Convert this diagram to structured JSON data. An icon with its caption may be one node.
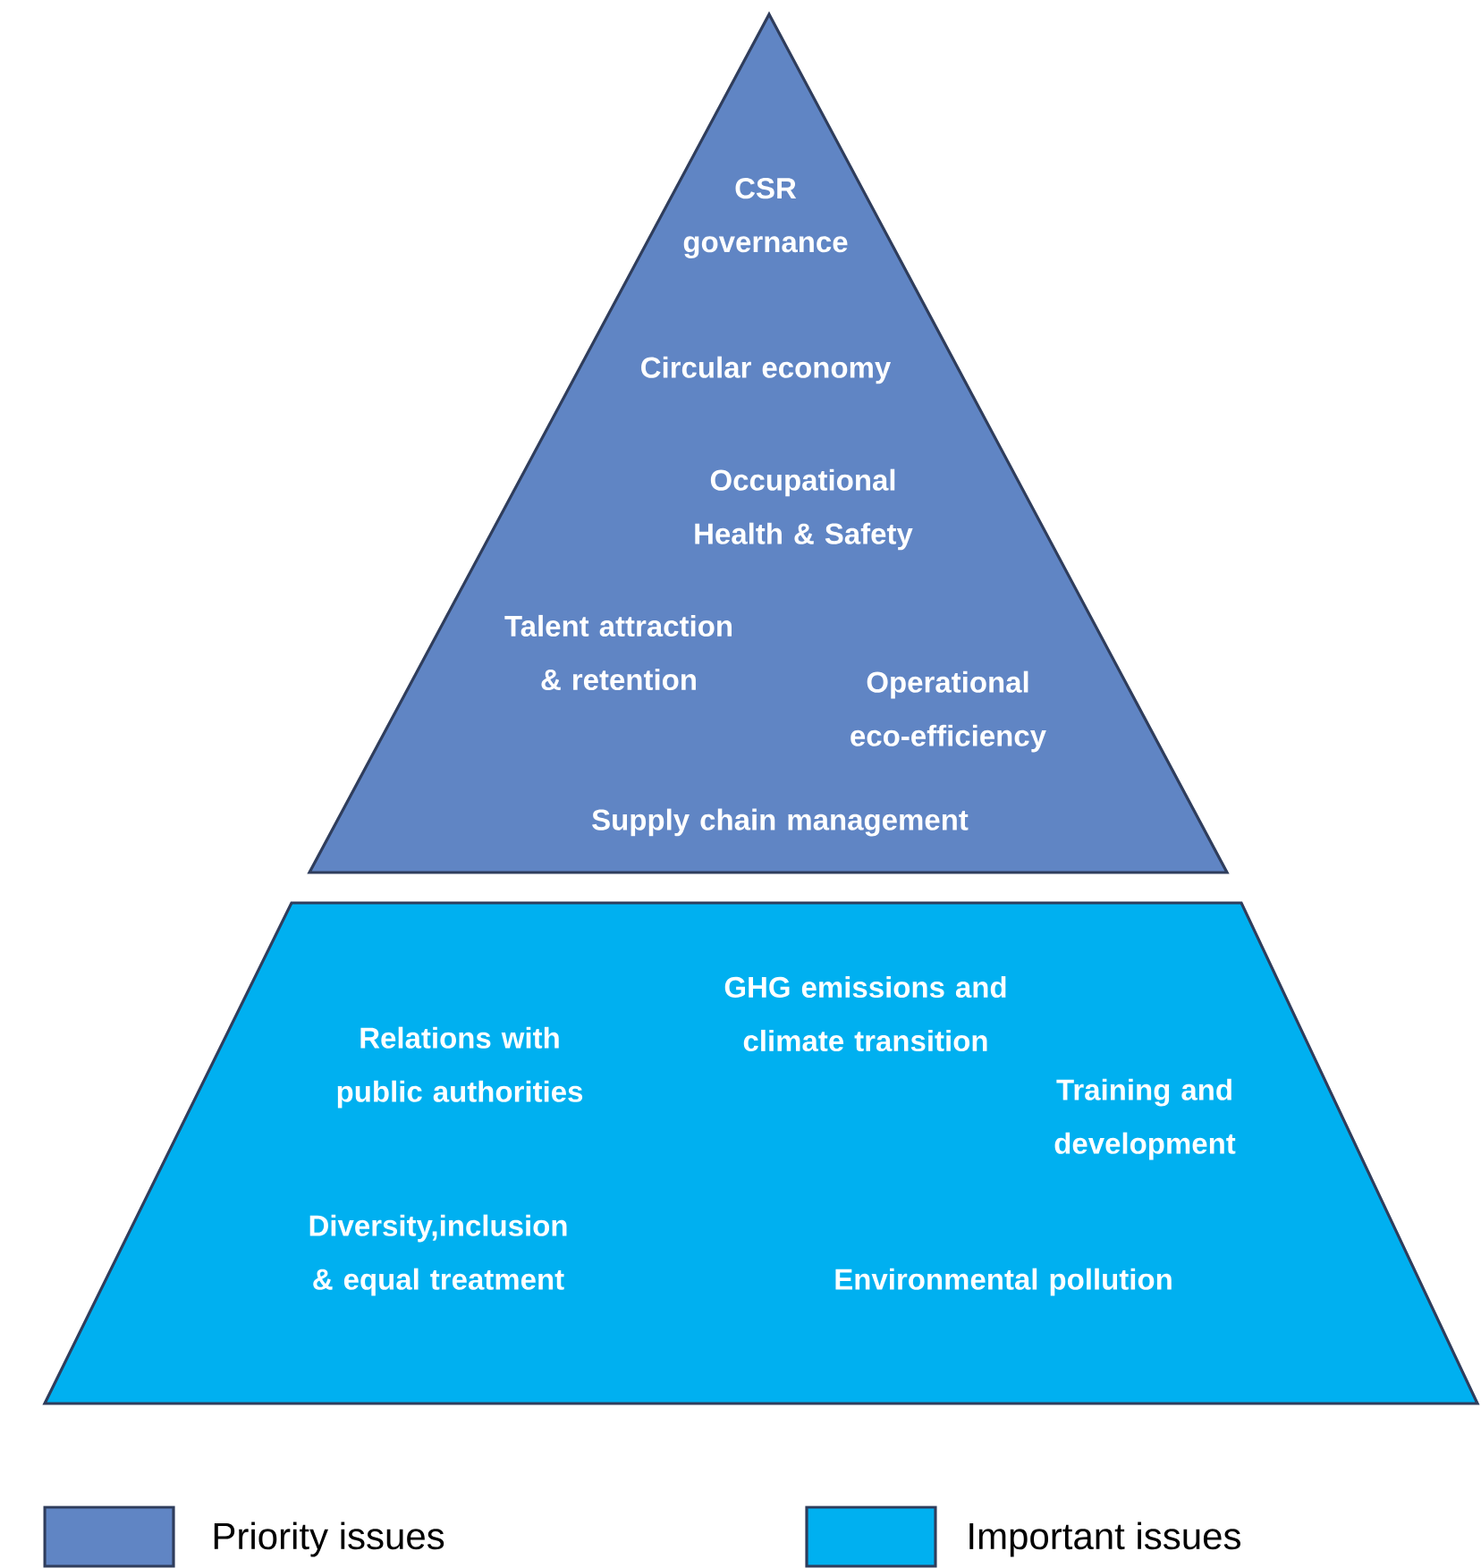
{
  "diagram": {
    "nodes": [
      {
        "text": [
          "CSR governance",
          "Circular economy",
          "Occupational Health & Safety",
          "Talent attraction & retention",
          "Operational eco-efficiency",
          "Supply chain management"
        ]
      },
      {
        "text": [
          "GHG emissions and climate transition",
          "Relations with public authorities",
          "Training and development",
          "Diversity,inclusion & equal treatment",
          "Environmental pollution"
        ]
      }
    ],
    "legend": [
      {
        "text": "Priority issues",
        "color": "#6085c4"
      },
      {
        "text": "Important issues",
        "color": "#00b0f0"
      }
    ]
  }
}
